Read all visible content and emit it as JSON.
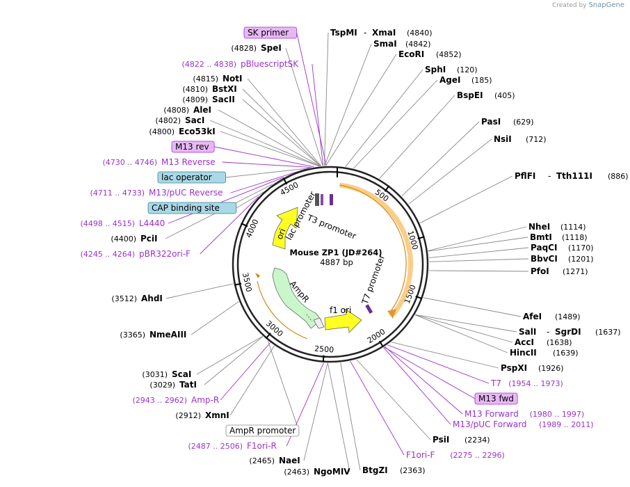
{
  "credit": {
    "prefix": "Created by",
    "brand": "SnapGene"
  },
  "plasmid": {
    "name": "Mouse ZP1 (JD#264)",
    "size": "4887 bp",
    "length": 4887
  },
  "colors": {
    "enzyme": "#000000",
    "primer": "#9c2fd0",
    "feature_box": "#a9d8e6",
    "primer_box": "#e8b8f5",
    "insert": "#f5a623",
    "ori": "#ffff00",
    "ampr": "#c9f7c9"
  },
  "ticks": [
    "500",
    "1000",
    "1500",
    "2000",
    "2500",
    "3000",
    "3500",
    "4000",
    "4500"
  ],
  "enzymes": [
    {
      "name": "TspMI",
      "sep": "-",
      "name2": "XmaI",
      "pos": "(4840)",
      "bp": 4840
    },
    {
      "name": "SmaI",
      "pos": "(4842)",
      "bp": 4842
    },
    {
      "name": "EcoRI",
      "pos": "(4852)",
      "bp": 4852
    },
    {
      "name": "SphI",
      "pos": "(120)",
      "bp": 120
    },
    {
      "name": "AgeI",
      "pos": "(185)",
      "bp": 185
    },
    {
      "name": "BspEI",
      "pos": "(405)",
      "bp": 405
    },
    {
      "name": "PasI",
      "pos": "(629)",
      "bp": 629
    },
    {
      "name": "NsiI",
      "pos": "(712)",
      "bp": 712
    },
    {
      "name": "PflFI",
      "sep": "-",
      "name2": "Tth111I",
      "pos": "(886)",
      "bp": 886
    },
    {
      "name": "NheI",
      "pos": "(1114)",
      "bp": 1114
    },
    {
      "name": "BmtI",
      "pos": "(1118)",
      "bp": 1118
    },
    {
      "name": "PaqCI",
      "pos": "(1170)",
      "bp": 1170
    },
    {
      "name": "BbvCI",
      "pos": "(1201)",
      "bp": 1201
    },
    {
      "name": "PfoI",
      "pos": "(1271)",
      "bp": 1271
    },
    {
      "name": "AfeI",
      "pos": "(1489)",
      "bp": 1489
    },
    {
      "name": "SalI",
      "sep": "-",
      "name2": "SgrDI",
      "pos": "(1637)",
      "bp": 1637
    },
    {
      "name": "AccI",
      "pos": "(1638)",
      "bp": 1638
    },
    {
      "name": "HincII",
      "pos": "(1639)",
      "bp": 1639
    },
    {
      "name": "PspXI",
      "pos": "(1926)",
      "bp": 1926
    },
    {
      "name": "PsiI",
      "pos": "(2234)",
      "bp": 2234
    },
    {
      "name": "BtgZI",
      "pos": "(2363)",
      "bp": 2363
    },
    {
      "name": "NgoMIV",
      "pos": "(2463)",
      "bp": 2463
    },
    {
      "name": "NaeI",
      "pos": "(2465)",
      "bp": 2465
    },
    {
      "name": "XmnI",
      "pos": "(2912)",
      "bp": 2912
    },
    {
      "name": "TatI",
      "pos": "(3029)",
      "bp": 3029
    },
    {
      "name": "ScaI",
      "pos": "(3031)",
      "bp": 3031
    },
    {
      "name": "NmeAIII",
      "pos": "(3365)",
      "bp": 3365
    },
    {
      "name": "AhdI",
      "pos": "(3512)",
      "bp": 3512
    },
    {
      "name": "PciI",
      "pos": "(4400)",
      "bp": 4400
    },
    {
      "name": "Eco53kI",
      "pos": "(4800)",
      "bp": 4800
    },
    {
      "name": "SacI",
      "pos": "(4802)",
      "bp": 4802
    },
    {
      "name": "AleI",
      "pos": "(4808)",
      "bp": 4808
    },
    {
      "name": "SacII",
      "pos": "(4809)",
      "bp": 4809
    },
    {
      "name": "BstXI",
      "pos": "(4810)",
      "bp": 4810
    },
    {
      "name": "NotI",
      "pos": "(4815)",
      "bp": 4815
    },
    {
      "name": "SpeI",
      "pos": "(4828)",
      "bp": 4828
    }
  ],
  "primers": [
    {
      "name": "T7",
      "pos": "(1954 .. 1973)",
      "bp": 1963
    },
    {
      "name": "M13 Forward",
      "pos": "(1980 .. 1997)",
      "bp": 1988
    },
    {
      "name": "M13/pUC Forward",
      "pos": "(1989 .. 2011)",
      "bp": 2000
    },
    {
      "name": "F1ori-F",
      "pos": "(2275 .. 2296)",
      "bp": 2285
    },
    {
      "name": "F1ori-R",
      "pos": "(2487 .. 2506)",
      "bp": 2496
    },
    {
      "name": "Amp-R",
      "pos": "(2943 .. 2962)",
      "bp": 2952
    },
    {
      "name": "pBR322ori-F",
      "pos": "(4245 .. 4264)",
      "bp": 4254
    },
    {
      "name": "L4440",
      "pos": "(4498 .. 4515)",
      "bp": 4506
    },
    {
      "name": "M13/pUC Reverse",
      "pos": "(4711 .. 4733)",
      "bp": 4722
    },
    {
      "name": "M13 Reverse",
      "pos": "(4730 .. 4746)",
      "bp": 4738
    },
    {
      "name": "pBluescriptSK",
      "pos": "(4822 .. 4838)",
      "bp": 4830
    }
  ],
  "boxed": [
    {
      "text": "SK primer",
      "kind": "primer",
      "bp": 4856
    },
    {
      "text": "M13 rev",
      "kind": "primer",
      "bp": 4760
    },
    {
      "text": "lac operator",
      "kind": "feature",
      "bp": 4700
    },
    {
      "text": "CAP binding site",
      "kind": "feature",
      "bp": 4660
    },
    {
      "text": "M13 fwd",
      "kind": "primer",
      "bp": 1995
    },
    {
      "text": "AmpR promoter",
      "kind": "plain",
      "bp": 2975
    }
  ],
  "features": [
    {
      "name": "lac promoter"
    },
    {
      "name": "T3 promoter"
    },
    {
      "name": "ori"
    },
    {
      "name": "AmpR"
    },
    {
      "name": "f1 ori"
    },
    {
      "name": "T7 promoter"
    }
  ]
}
